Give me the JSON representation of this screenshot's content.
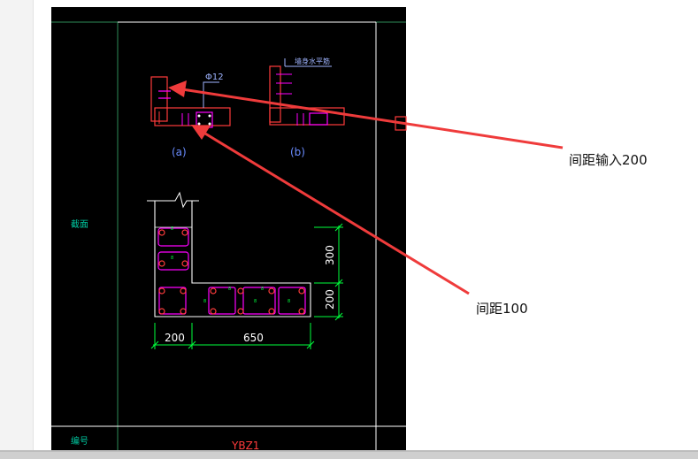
{
  "drawing": {
    "label_a": "(a)",
    "label_b": "(b)",
    "rebar_label": "Φ12",
    "rebar_label_b": "墙身水平筋",
    "section_label": "截面",
    "id_label": "编号",
    "id_value": "YBZ1",
    "dim_vertical_upper": "300",
    "dim_vertical_lower": "200",
    "dim_horizontal_left": "200",
    "dim_horizontal_right": "650"
  },
  "annotations": {
    "spacing_200": "间距输入200",
    "spacing_100": "间距100"
  },
  "colors": {
    "cad_bg": "#000000",
    "frame": "#ffffff",
    "grid_line": "#2e8b57",
    "section_text": "#00c8a0",
    "magenta": "#ff00ff",
    "red": "#ff3b3b",
    "dim_green": "#00ff3c",
    "blue_text": "#6a8cff",
    "arrow": "#ef3b3b"
  }
}
